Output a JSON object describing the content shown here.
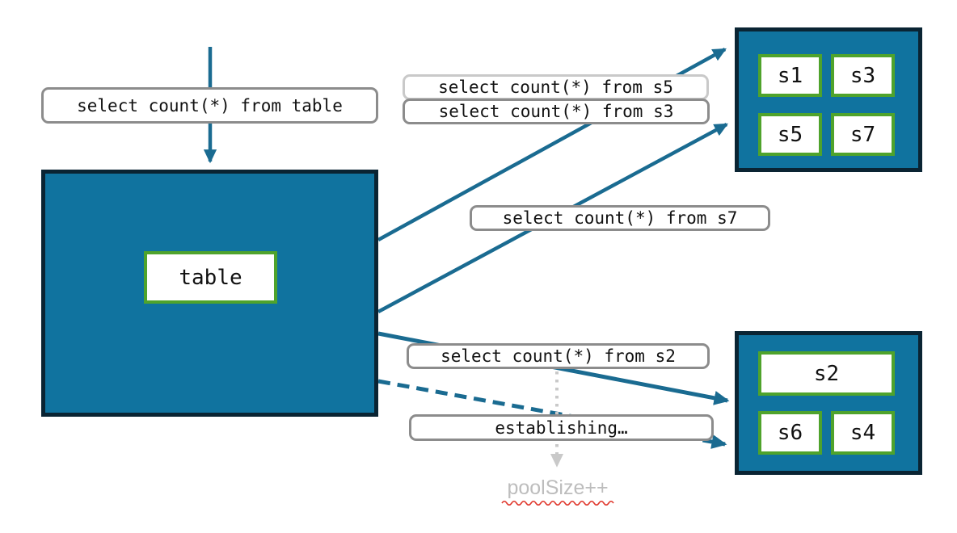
{
  "diagram": {
    "title_hint": "query fan-out from table to shards with connection pool",
    "queries": {
      "table": "select count(*) from table",
      "s5": "select count(*) from s5",
      "s3": "select count(*) from s3",
      "s7": "select count(*) from s7",
      "s2": "select count(*) from s2",
      "establishing": "establishing…"
    },
    "main_table": {
      "label": "table"
    },
    "shards_top": [
      "s1",
      "s3",
      "s5",
      "s7"
    ],
    "shards_bottom": [
      "s2",
      "s6",
      "s4"
    ],
    "pool_note": "poolSize++"
  },
  "colors": {
    "teal": "#10739f",
    "dark": "#0a2433",
    "green": "#4fa32c",
    "line": "#1a6b91",
    "gray-border": "#8c8c8c",
    "gray-border-light": "#c9c9c9",
    "dotted-gray": "#c9c9c9",
    "pool-gray": "#bdbdbd",
    "squiggle-red": "#e0382d"
  }
}
